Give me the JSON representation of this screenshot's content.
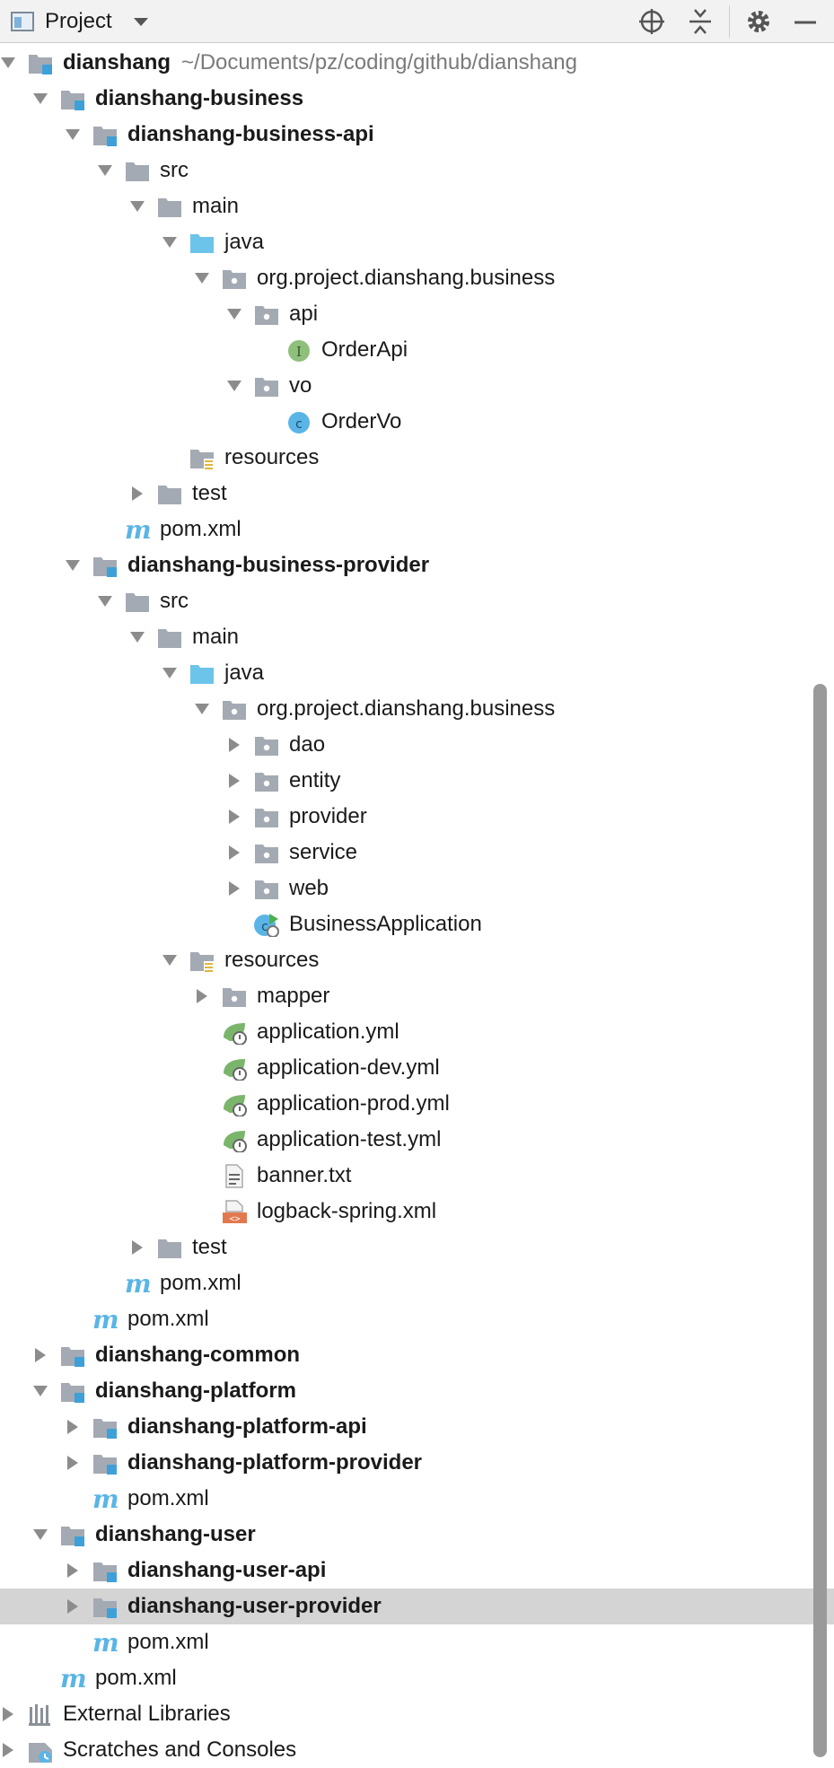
{
  "header": {
    "title": "Project",
    "icons": [
      "project-view-icon",
      "dropdown-arrow-icon",
      "locate-icon",
      "collapse-all-icon",
      "gear-icon",
      "minimize-icon"
    ]
  },
  "tree": [
    {
      "depth": 0,
      "arrow": "down",
      "icon": "module-folder",
      "label": "dianshang",
      "bold": true,
      "path": "~/Documents/pz/coding/github/dianshang"
    },
    {
      "depth": 1,
      "arrow": "down",
      "icon": "module-folder",
      "label": "dianshang-business",
      "bold": true
    },
    {
      "depth": 2,
      "arrow": "down",
      "icon": "module-folder",
      "label": "dianshang-business-api",
      "bold": true
    },
    {
      "depth": 3,
      "arrow": "down",
      "icon": "folder",
      "label": "src"
    },
    {
      "depth": 4,
      "arrow": "down",
      "icon": "folder",
      "label": "main"
    },
    {
      "depth": 5,
      "arrow": "down",
      "icon": "source-folder",
      "label": "java"
    },
    {
      "depth": 6,
      "arrow": "down",
      "icon": "package",
      "label": "org.project.dianshang.business"
    },
    {
      "depth": 7,
      "arrow": "down",
      "icon": "package",
      "label": "api"
    },
    {
      "depth": 8,
      "arrow": "none",
      "icon": "interface",
      "label": "OrderApi"
    },
    {
      "depth": 7,
      "arrow": "down",
      "icon": "package",
      "label": "vo"
    },
    {
      "depth": 8,
      "arrow": "none",
      "icon": "class",
      "label": "OrderVo"
    },
    {
      "depth": 5,
      "arrow": "none",
      "icon": "resources-folder",
      "label": "resources"
    },
    {
      "depth": 4,
      "arrow": "right",
      "icon": "folder",
      "label": "test"
    },
    {
      "depth": 3,
      "arrow": "none",
      "icon": "maven",
      "label": "pom.xml"
    },
    {
      "depth": 2,
      "arrow": "down",
      "icon": "module-folder",
      "label": "dianshang-business-provider",
      "bold": true
    },
    {
      "depth": 3,
      "arrow": "down",
      "icon": "folder",
      "label": "src"
    },
    {
      "depth": 4,
      "arrow": "down",
      "icon": "folder",
      "label": "main"
    },
    {
      "depth": 5,
      "arrow": "down",
      "icon": "source-folder",
      "label": "java"
    },
    {
      "depth": 6,
      "arrow": "down",
      "icon": "package",
      "label": "org.project.dianshang.business"
    },
    {
      "depth": 7,
      "arrow": "right",
      "icon": "package",
      "label": "dao"
    },
    {
      "depth": 7,
      "arrow": "right",
      "icon": "package",
      "label": "entity"
    },
    {
      "depth": 7,
      "arrow": "right",
      "icon": "package",
      "label": "provider"
    },
    {
      "depth": 7,
      "arrow": "right",
      "icon": "package",
      "label": "service"
    },
    {
      "depth": 7,
      "arrow": "right",
      "icon": "package",
      "label": "web"
    },
    {
      "depth": 7,
      "arrow": "none",
      "icon": "spring-boot-class",
      "label": "BusinessApplication"
    },
    {
      "depth": 5,
      "arrow": "down",
      "icon": "resources-folder",
      "label": "resources"
    },
    {
      "depth": 6,
      "arrow": "right",
      "icon": "package",
      "label": "mapper"
    },
    {
      "depth": 6,
      "arrow": "none",
      "icon": "spring-yml",
      "label": "application.yml"
    },
    {
      "depth": 6,
      "arrow": "none",
      "icon": "spring-yml",
      "label": "application-dev.yml"
    },
    {
      "depth": 6,
      "arrow": "none",
      "icon": "spring-yml",
      "label": "application-prod.yml"
    },
    {
      "depth": 6,
      "arrow": "none",
      "icon": "spring-yml",
      "label": "application-test.yml"
    },
    {
      "depth": 6,
      "arrow": "none",
      "icon": "text-file",
      "label": "banner.txt"
    },
    {
      "depth": 6,
      "arrow": "none",
      "icon": "xml-file",
      "label": "logback-spring.xml"
    },
    {
      "depth": 4,
      "arrow": "right",
      "icon": "folder",
      "label": "test"
    },
    {
      "depth": 3,
      "arrow": "none",
      "icon": "maven",
      "label": "pom.xml"
    },
    {
      "depth": 2,
      "arrow": "none",
      "icon": "maven",
      "label": "pom.xml"
    },
    {
      "depth": 1,
      "arrow": "right",
      "icon": "module-folder",
      "label": "dianshang-common",
      "bold": true
    },
    {
      "depth": 1,
      "arrow": "down",
      "icon": "module-folder",
      "label": "dianshang-platform",
      "bold": true
    },
    {
      "depth": 2,
      "arrow": "right",
      "icon": "module-folder",
      "label": "dianshang-platform-api",
      "bold": true
    },
    {
      "depth": 2,
      "arrow": "right",
      "icon": "module-folder",
      "label": "dianshang-platform-provider",
      "bold": true
    },
    {
      "depth": 2,
      "arrow": "none",
      "icon": "maven",
      "label": "pom.xml"
    },
    {
      "depth": 1,
      "arrow": "down",
      "icon": "module-folder",
      "label": "dianshang-user",
      "bold": true
    },
    {
      "depth": 2,
      "arrow": "right",
      "icon": "module-folder",
      "label": "dianshang-user-api",
      "bold": true
    },
    {
      "depth": 2,
      "arrow": "right",
      "icon": "module-folder",
      "label": "dianshang-user-provider",
      "bold": true,
      "selected": true
    },
    {
      "depth": 2,
      "arrow": "none",
      "icon": "maven",
      "label": "pom.xml"
    },
    {
      "depth": 1,
      "arrow": "none",
      "icon": "maven",
      "label": "pom.xml"
    },
    {
      "depth": 0,
      "arrow": "right",
      "icon": "libraries",
      "label": "External Libraries"
    },
    {
      "depth": 0,
      "arrow": "right",
      "icon": "scratches",
      "label": "Scratches and Consoles"
    }
  ],
  "colors": {
    "folder": "#a4aab3",
    "source-folder": "#6cc4ea",
    "module-marker": "#3ea0d8",
    "interface": "#8ec07c",
    "class": "#5ab5e6",
    "maven": "#5ab5e6",
    "spring": "#7ab56b",
    "xml": "#e3784e",
    "resources": "#e0b53d",
    "arrow": "#8c8c8c",
    "selection": "#d4d4d4"
  }
}
